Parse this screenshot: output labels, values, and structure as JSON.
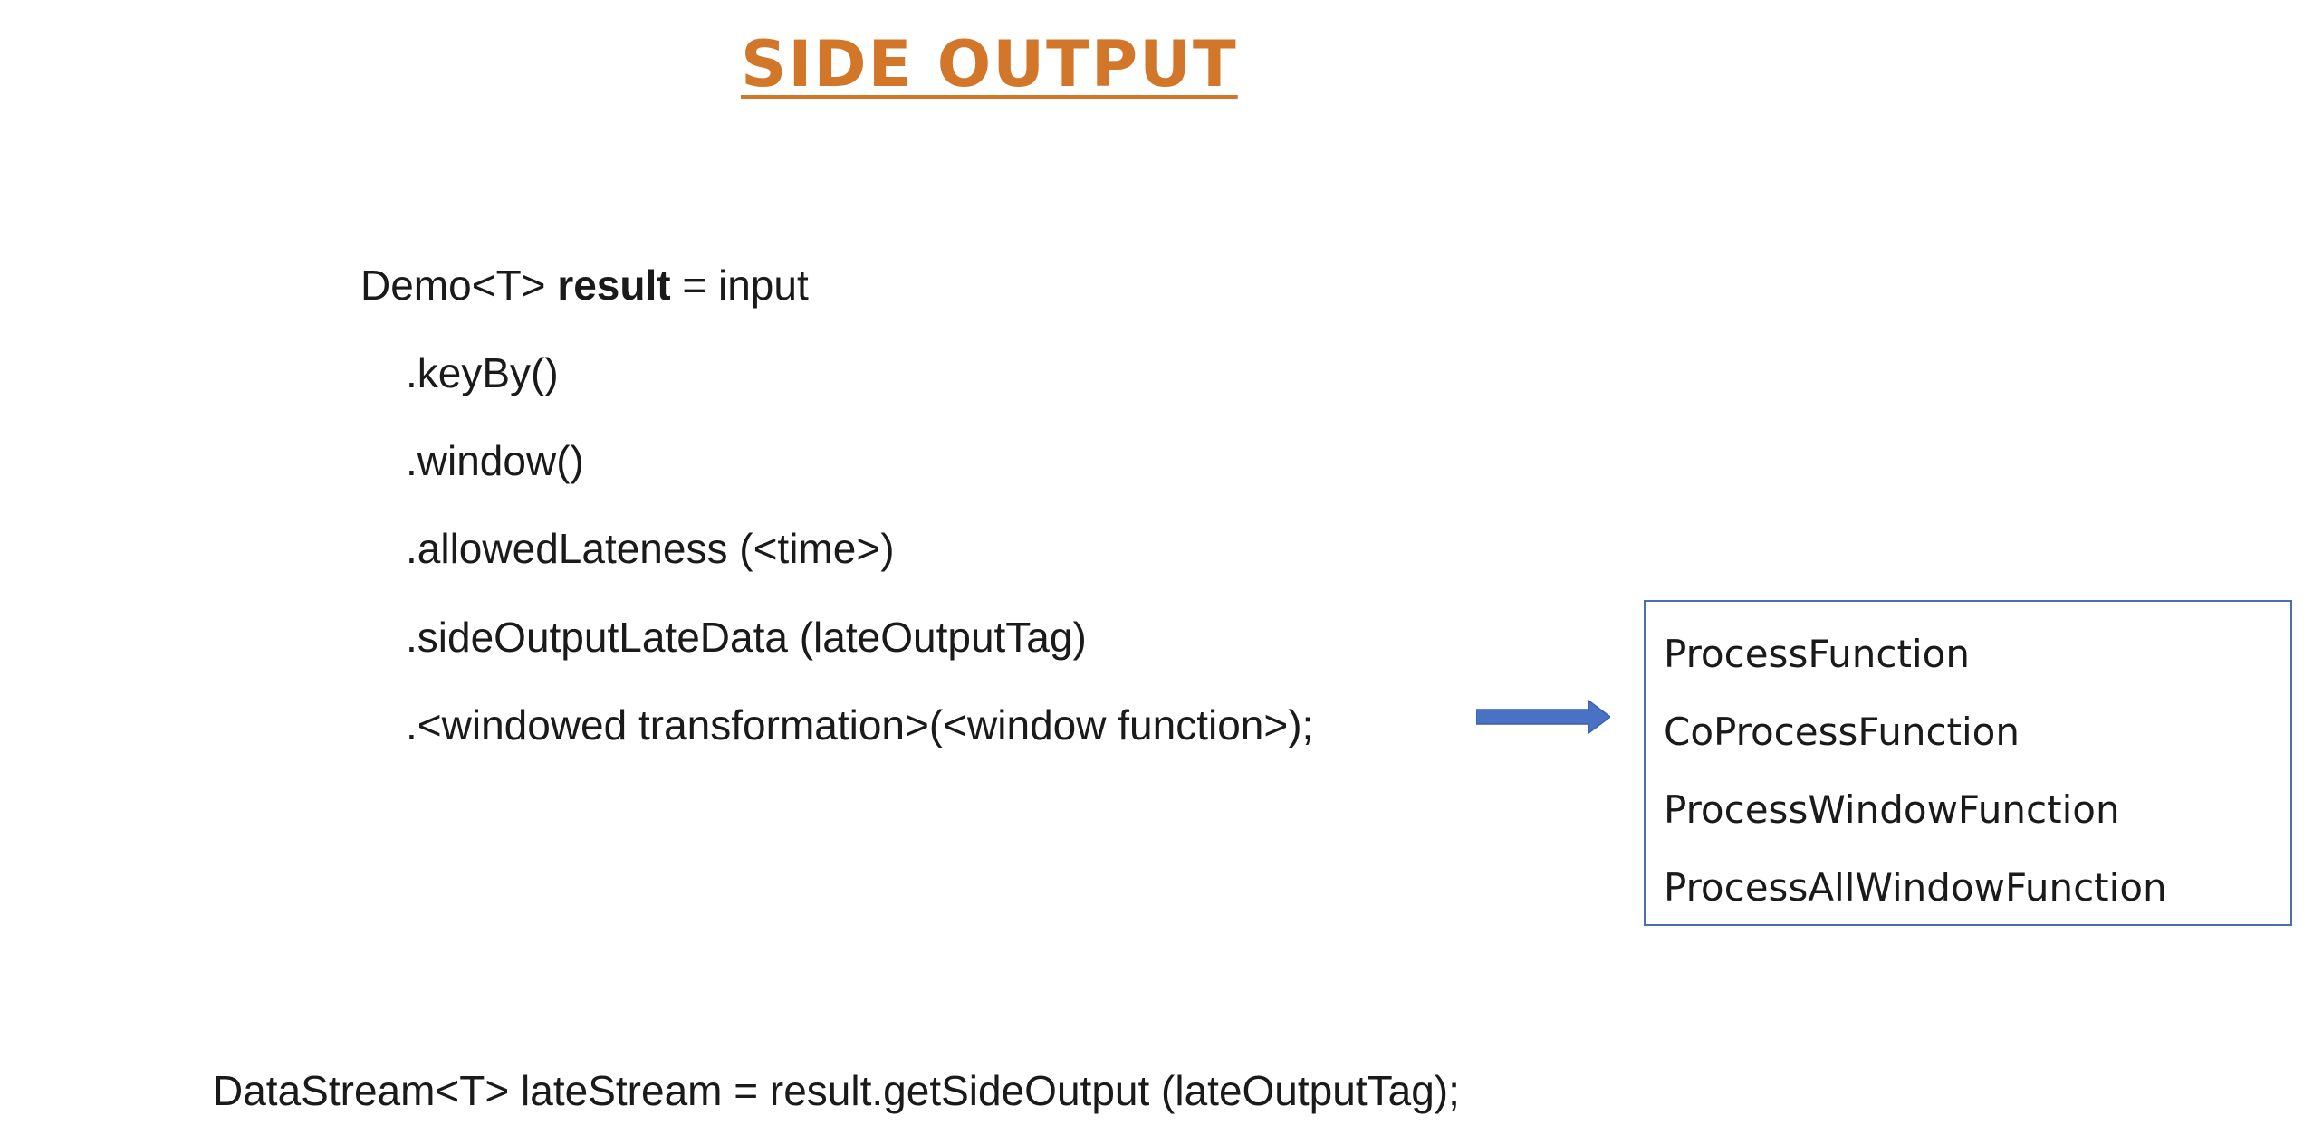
{
  "title": "SIDE OUTPUT",
  "code": {
    "line1": {
      "prefix": "Demo<T> ",
      "bold": "result",
      "suffix": " = input"
    },
    "line2": ".keyBy()",
    "line3": ".window()",
    "line4": ".allowedLateness (<time>)",
    "line5": ".sideOutputLateData (lateOutputTag)",
    "line6": ".<windowed transformation>(<window function>);",
    "footer": "DataStream<T> lateStream = result.getSideOutput (lateOutputTag);"
  },
  "functions": {
    "items": [
      "ProcessFunction",
      "CoProcessFunction",
      "ProcessWindowFunction",
      "ProcessAllWindowFunction"
    ]
  },
  "colors": {
    "title": "#d2772a",
    "arrow": "#4a72c4",
    "box_border": "#4a6fb5"
  },
  "icons": {
    "arrow": "right-arrow-icon"
  }
}
